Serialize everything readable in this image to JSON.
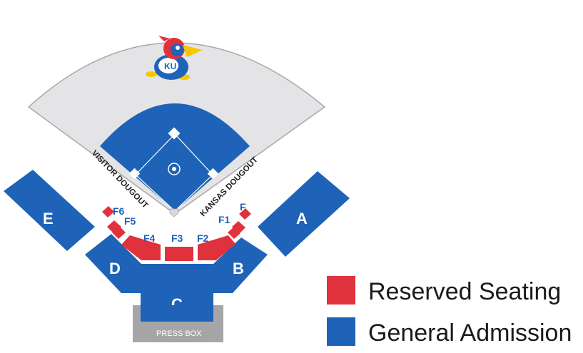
{
  "colors": {
    "reserved": "#e0323d",
    "general": "#1e63b8",
    "outfield": "#e4e4e6",
    "field_outline": "#a8a8aa",
    "press_box": "#a6a6a8",
    "dugout_text": "#222222"
  },
  "logo": {
    "icon": "jayhawk-mascot-icon",
    "text": "KU"
  },
  "field": {
    "visitor_dugout": "VISITOR DOUGOUT",
    "home_dugout": "KANSAS DOUGOUT"
  },
  "sections": {
    "general": [
      "A",
      "B",
      "C",
      "D",
      "E"
    ],
    "reserved": [
      "F",
      "F1",
      "F2",
      "F3",
      "F4",
      "F5",
      "F6"
    ]
  },
  "press_box": "PRESS BOX",
  "legend": [
    {
      "label": "Reserved Seating",
      "color": "#e0323d"
    },
    {
      "label": "General Admission",
      "color": "#1e63b8"
    }
  ]
}
